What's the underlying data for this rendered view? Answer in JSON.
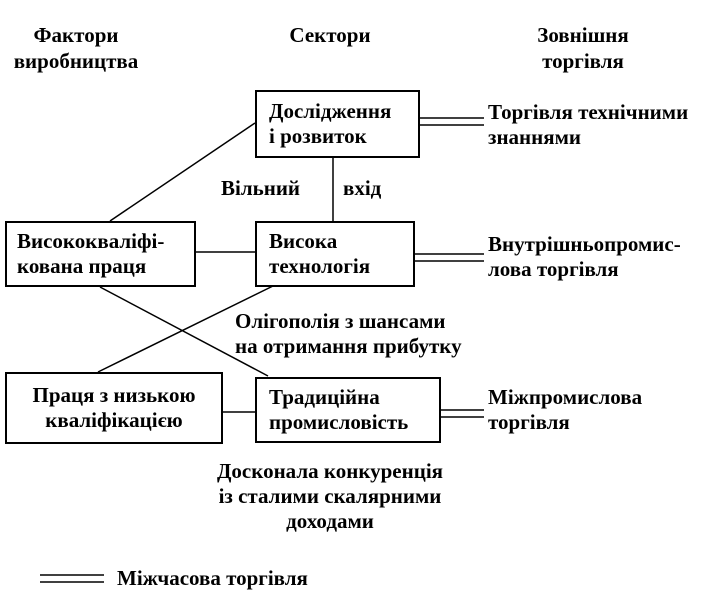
{
  "headers": {
    "factors": "Фактори\nвиробництва",
    "sectors": "Сектори",
    "foreign_trade": "Зовнішня\nторгівля"
  },
  "boxes": {
    "research": "Дослідження\nі розвиток",
    "high_tech": "Висока\nтехнологія",
    "traditional": "Традиційна\nпромисловість",
    "skilled_labor": "Висококваліфі-\nкована праця",
    "unskilled_labor": "Праця з низькою\nкваліфікацією"
  },
  "trade_labels": {
    "tech_knowledge": "Торгівля технічними\nзнаннями",
    "intra_industry": "Внутрішньопромис-\nлова торгівля",
    "inter_industry": "Міжпромислова\nторгівля"
  },
  "annotations": {
    "free_entry_left": "Вільний",
    "free_entry_right": "вхід",
    "oligopoly": "Олігополія з шансами\nна отримання прибутку",
    "perfect_competition": "Досконала конкуренція\nіз сталими скалярними\nдоходами"
  },
  "legend": {
    "label": "Міжчасова торгівля"
  }
}
